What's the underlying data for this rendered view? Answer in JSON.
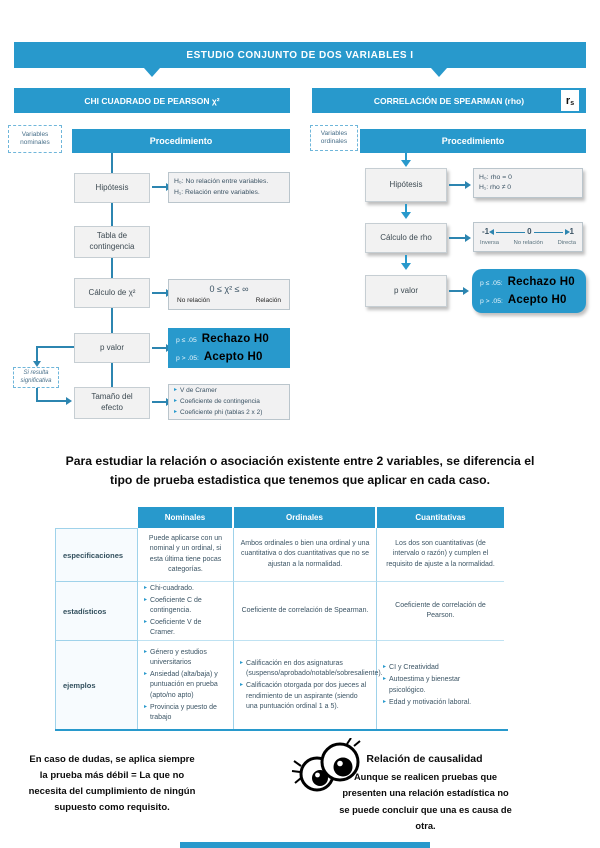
{
  "colors": {
    "accent": "#2899cc",
    "connector": "#2c85b0",
    "box_fill": "#f2f2f2",
    "decision_result_text": "#000000"
  },
  "title": "ESTUDIO CONJUNTO DE DOS VARIABLES I",
  "chi": {
    "header": "CHI CUADRADO DE PEARSON χ²",
    "variables_tag": "Variables nominales",
    "procedure": "Procedimiento",
    "hipotesis": "Hipótesis",
    "h0": "H₀: No relación entre variables.",
    "h1": "H₁: Relación entre variables.",
    "tabla": "Tabla de contingencia",
    "calculo": "Cálculo de χ²",
    "rango": "0 ≤ χ² ≤ ∞",
    "rango_izq": "No relación",
    "rango_der": "Relación",
    "pvalor": "p valor",
    "dec1_cond": "p ≤ .05",
    "dec1_res": "Rechazo H0",
    "dec2_cond": "p > .05:",
    "dec2_res": "Acepto H0",
    "sig_tag": "Si resulta significativa",
    "efecto": "Tamaño del efecto",
    "efecto_items": [
      "V de Cramer",
      "Coeficiente de contingencia",
      "Coeficiente phi (tablas 2 x 2)"
    ]
  },
  "spearman": {
    "header": "CORRELACIÓN DE SPEARMAN (rho)",
    "badge_main": "r",
    "badge_sub": "s",
    "variables_tag": "Variables ordinales",
    "procedure": "Procedimiento",
    "hipotesis": "Hipótesis",
    "h0": "H₀: rho = 0",
    "h1": "H₁: rho ≠ 0",
    "calculo": "Cálculo de rho",
    "scale_min": "-1",
    "scale_mid": "0",
    "scale_max": "1",
    "scale_min_label": "Inversa",
    "scale_mid_label": "No relación",
    "scale_max_label": "Directa",
    "pvalor": "p valor",
    "dec1_cond": "p ≤ .05:",
    "dec1_res": "Rechazo H0",
    "dec2_cond": "p > .05:",
    "dec2_res": "Acepto H0"
  },
  "intro": "Para estudiar la relación o asociación existente entre 2 variables, se diferencia el tipo de prueba estadistica que tenemos que aplicar en cada caso.",
  "table": {
    "headers": [
      "Nominales",
      "Ordinales",
      "Cuantitativas"
    ],
    "row_labels": [
      "especificaciones",
      "estadísticos",
      "ejemplos"
    ],
    "especificaciones": {
      "nominales": "Puede aplicarse con un nominal y un ordinal, si esta última tiene pocas categorías.",
      "ordinales": "Ambos ordinales o bien una ordinal y una cuantitativa o dos cuantitativas que no se ajustan a la normalidad.",
      "cuantitativas": "Los dos son cuantitativas (de intervalo o razón) y cumplen el requisito de ajuste a la normalidad."
    },
    "estadisticos": {
      "nominales_items": [
        "Chi-cuadrado.",
        "Coeficiente C de contingencia.",
        "Coeficiente V de Cramer."
      ],
      "ordinales": "Coeficiente de correlación de Spearman.",
      "cuantitativas": "Coeficiente de correlación de Pearson."
    },
    "ejemplos": {
      "nominales_items": [
        "Género y estudios universitarios",
        "Ansiedad (alta/baja) y puntuación en prueba (apto/no apto)",
        "Provincia y puesto de trabajo"
      ],
      "ordinales_items": [
        "Calificación en dos asignaturas (suspenso/aprobado/notable/sobresaliente).",
        "Calificación otorgada por dos jueces al rendimiento de un aspirante (siendo una puntuación ordinal 1 a 5)."
      ],
      "cuantitativas_items": [
        "CI y Creatividad",
        "Autoestima y bienestar psicológico.",
        "Edad y motivación laboral."
      ]
    }
  },
  "notes": {
    "left": "En caso de dudas, se aplica siempre la prueba más débil = La que no necesita del cumplimiento de ningún supuesto como requisito.",
    "right_title": "Relación de causalidad",
    "right_text": "Aunque se realicen pruebas que presenten una relación estadística no se puede concluir que una es causa de otra."
  }
}
